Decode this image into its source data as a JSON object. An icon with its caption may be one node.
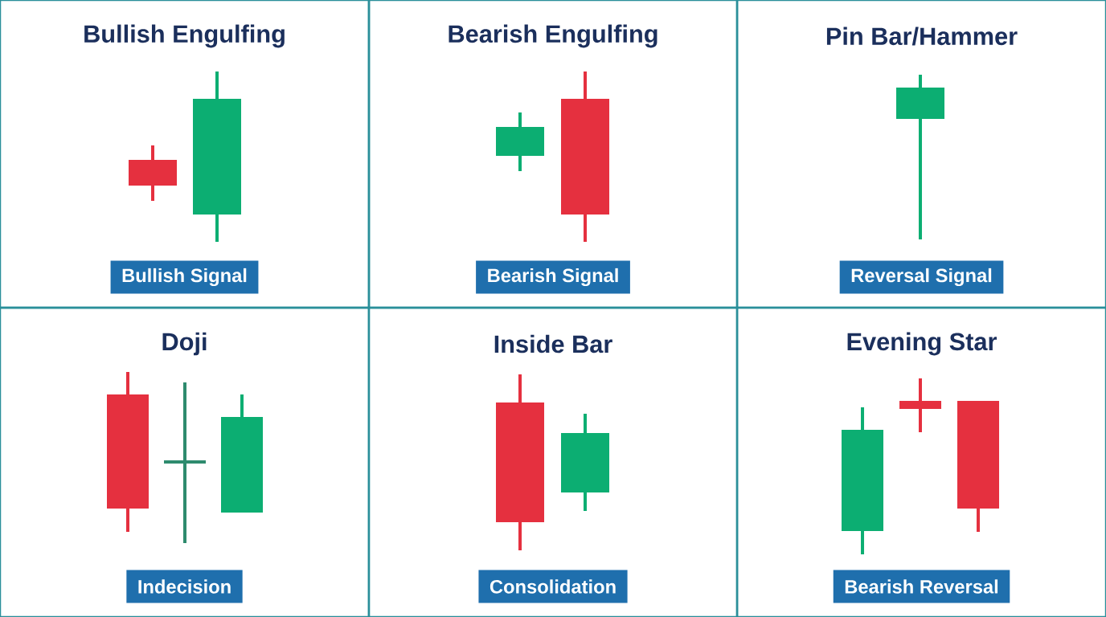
{
  "diagram": {
    "nodes": [
      {
        "text": [
          "Bullish Engulfing"
        ]
      },
      {
        "text": [
          "Bullish Signal"
        ],
        "in": 0
      },
      {
        "text": [
          "Bearish Engulfing"
        ]
      },
      {
        "text": [
          "Bearish Signal"
        ],
        "in": 2
      },
      {
        "text": [
          "Pin Bar/Hammer"
        ]
      },
      {
        "text": [
          "Reversal Signal"
        ],
        "in": 4
      },
      {
        "text": [
          "Doji"
        ]
      },
      {
        "text": [
          "Indecision"
        ],
        "in": 6
      },
      {
        "text": [
          "Inside Bar"
        ]
      },
      {
        "text": [
          "Consolidation"
        ],
        "in": 8
      },
      {
        "text": [
          "Evening Star"
        ]
      },
      {
        "text": [
          "Bearish Reversal"
        ],
        "in": 10
      }
    ]
  }
}
